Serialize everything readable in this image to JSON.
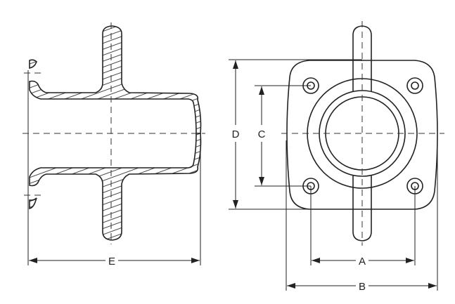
{
  "dimensions": {
    "a": "A",
    "b": "B",
    "c": "C",
    "d": "D",
    "e": "E"
  },
  "colors": {
    "line": "#222222",
    "background": "#ffffff"
  }
}
